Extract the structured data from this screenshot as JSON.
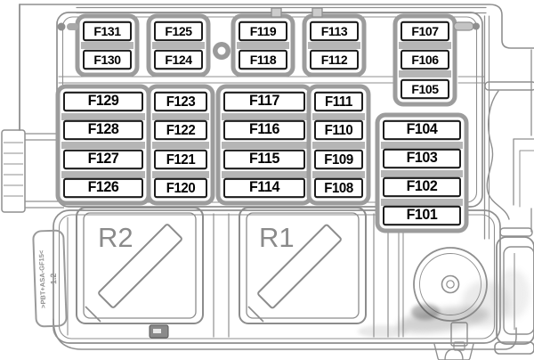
{
  "fuse_box": {
    "top_groups": [
      {
        "labels": [
          "F131",
          "F130"
        ]
      },
      {
        "labels": [
          "F125",
          "F124"
        ]
      },
      {
        "labels": [
          "F119",
          "F118"
        ]
      },
      {
        "labels": [
          "F113",
          "F112"
        ]
      },
      {
        "labels": [
          "F107",
          "F106",
          "F105"
        ]
      }
    ],
    "middle_groups": [
      {
        "labels": [
          "F129",
          "F128",
          "F127",
          "F126"
        ]
      },
      {
        "labels": [
          "F123",
          "F122",
          "F121",
          "F120"
        ]
      },
      {
        "labels": [
          "F117",
          "F116",
          "F115",
          "F114"
        ]
      },
      {
        "labels": [
          "F111",
          "F110",
          "F109",
          "F108"
        ]
      },
      {
        "labels": [
          "F104",
          "F103",
          "F102",
          "F101"
        ]
      }
    ],
    "relays": {
      "r2_label": "R2",
      "r1_label": "R1"
    },
    "markings": {
      "material": ">PBT+ASA-GF15<",
      "version": "1.2"
    },
    "colors": {
      "background": "#ffffff",
      "case_line": "#8f8f8f",
      "rail": "#9c9c9c",
      "rail_bar": "#b5b5b5",
      "fuse_border": "#1c1c1c",
      "fuse_text": "#000000",
      "relay_line": "#8c8c8c",
      "relay_text": "#8a8a8a"
    }
  }
}
